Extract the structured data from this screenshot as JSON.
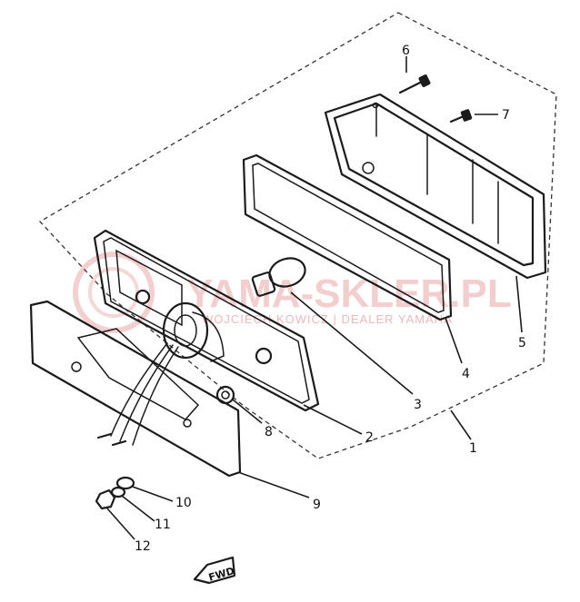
{
  "diagram": {
    "callouts": [
      {
        "id": "1",
        "label": "1"
      },
      {
        "id": "2",
        "label": "2"
      },
      {
        "id": "3",
        "label": "3"
      },
      {
        "id": "4",
        "label": "4"
      },
      {
        "id": "5",
        "label": "5"
      },
      {
        "id": "6",
        "label": "6"
      },
      {
        "id": "7",
        "label": "7"
      },
      {
        "id": "8",
        "label": "8"
      },
      {
        "id": "9",
        "label": "9"
      },
      {
        "id": "10",
        "label": "10"
      },
      {
        "id": "11",
        "label": "11"
      },
      {
        "id": "12",
        "label": "12"
      }
    ],
    "direction_marker": "FWD"
  },
  "watermark": {
    "brand": "YAMA-SKLER.PL",
    "tagline": "WOJCIECH KOWICZ | DEALER YAMAHA",
    "color": "#e9a7a7"
  }
}
